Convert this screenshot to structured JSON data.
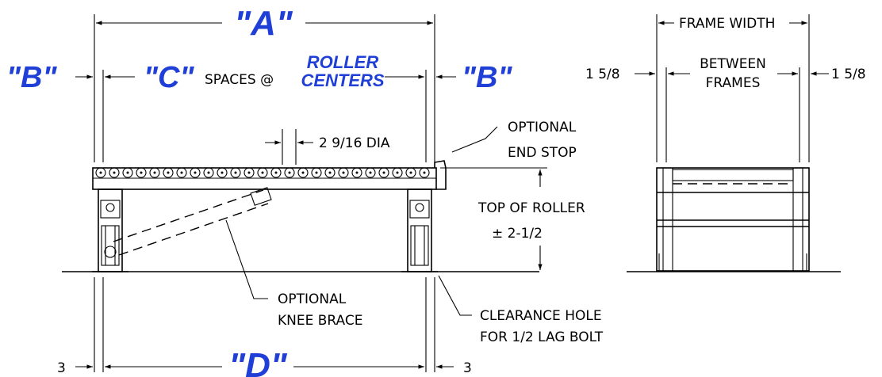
{
  "labels": {
    "a": "\"A\"",
    "b_left": "\"B\"",
    "b_right": "\"B\"",
    "c": "\"C\"",
    "spaces_at": "SPACES @",
    "roller": "ROLLER",
    "centers": "CENTERS",
    "d": "\"D\"",
    "dia": "2 9/16 DIA",
    "optional_end_stop_1": "OPTIONAL",
    "optional_end_stop_2": "END STOP",
    "top_of_roller": "TOP OF ROLLER",
    "plus_minus": "± 2-1/2",
    "knee_1": "OPTIONAL",
    "knee_2": "KNEE BRACE",
    "clear_1": "CLEARANCE HOLE",
    "clear_2": "FOR 1/2 LAG BOLT",
    "three_left": "3",
    "three_right": "3",
    "frame_width": "FRAME WIDTH",
    "between_1": "BETWEEN",
    "between_2": "FRAMES",
    "side_left": "1 5/8",
    "side_right": "1 5/8"
  },
  "colors": {
    "callout_blue": "#1f3fd6",
    "line": "#000000"
  }
}
